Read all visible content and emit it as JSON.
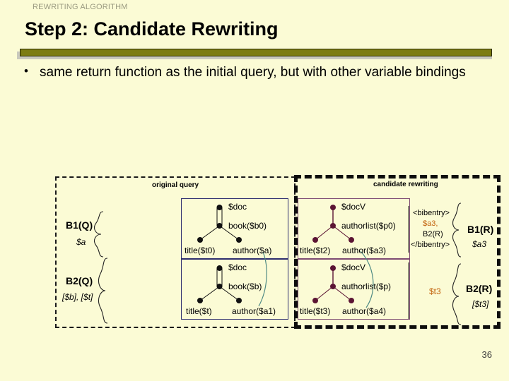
{
  "slide": {
    "kicker": "REWRITING ALGORITHM",
    "title": "Step 2: Candidate Rewriting",
    "page_number": "36",
    "bullet_marker": "•",
    "bullet_text": "same return function as the initial query, but with other variable bindings",
    "colors": {
      "background": "#fbfbd5",
      "rule_bar": "#7c7c12",
      "rule_shadow": "#c9c9bd",
      "kicker_text": "#9a9a80",
      "left_tree_border": "#2d2d6e",
      "left_node": "#111111",
      "right_tree_border": "#7d4a72",
      "right_node": "#5b1433",
      "connector": "#4f8a84",
      "accent_variable": "#c1600a"
    }
  },
  "diagram": {
    "left_panel": {
      "label": "original query",
      "bindings": [
        {
          "name": "B1(Q)",
          "vars": "$a"
        },
        {
          "name": "B2(Q)",
          "vars": "[$b], [$t]"
        }
      ],
      "trees": [
        {
          "root": "$doc",
          "middle": "book($b0)",
          "leaves": [
            "title($t0)",
            "author($a)"
          ]
        },
        {
          "root": "$doc",
          "middle": "book($b)",
          "leaves": [
            "title($t)",
            "author($a1)"
          ]
        }
      ]
    },
    "right_panel": {
      "label": "candidate rewriting",
      "trees": [
        {
          "root": "$docV",
          "middle": "authorlist($p0)",
          "leaves": [
            "title($t2)",
            "author($a3)"
          ]
        },
        {
          "root": "$docV",
          "middle": "authorlist($p)",
          "leaves": [
            "title($t3)",
            "author($a4)"
          ]
        }
      ],
      "return_block": {
        "lines": [
          "<bibentry>",
          "$a3,",
          "B2(R)",
          "</bibentry>"
        ],
        "accent_line_index": 1
      },
      "second_return": "$t3",
      "bindings": [
        {
          "name": "B1(R)",
          "vars": "$a3"
        },
        {
          "name": "B2(R)",
          "vars": "[$t3]"
        }
      ]
    }
  }
}
